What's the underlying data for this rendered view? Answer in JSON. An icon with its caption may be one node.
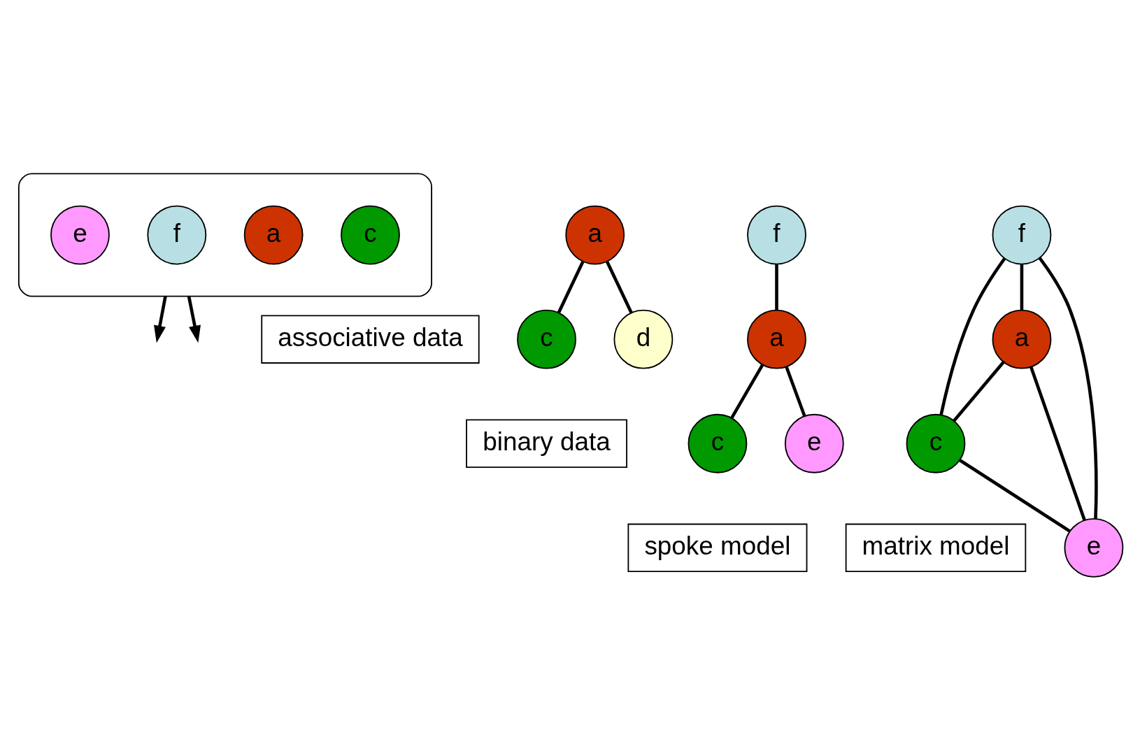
{
  "diagram": {
    "nodes": [
      {
        "text": [],
        "shape": "ellipse"
      },
      {
        "text": [
          "f"
        ],
        "in": 0
      },
      {
        "text": [
          "a"
        ],
        "in": 0
      },
      {
        "text": [
          "c"
        ],
        "in": 0
      },
      {
        "text": [
          "e"
        ],
        "in": 0
      },
      {
        "text": [
          "associative data"
        ]
      },
      {
        "text": [
          "a"
        ]
      },
      {
        "text": [
          "c"
        ]
      },
      {
        "text": [
          "d"
        ]
      },
      {
        "text": [
          "binary data"
        ]
      },
      {
        "text": [
          "f"
        ]
      },
      {
        "text": [
          "a"
        ]
      },
      {
        "text": [
          "c"
        ]
      },
      {
        "text": [
          "e"
        ]
      },
      {
        "text": [
          "spoke model"
        ]
      },
      {
        "text": [
          "f"
        ]
      },
      {
        "text": [
          "a"
        ]
      },
      {
        "text": [
          "c"
        ]
      },
      {
        "text": [
          "e"
        ]
      },
      {
        "text": [
          "matrix model"
        ]
      }
    ],
    "edges": [
      {
        "from": 6,
        "to": 7,
        "arrow": "none"
      },
      {
        "from": 6,
        "to": 8,
        "arrow": "none"
      },
      {
        "from": 0,
        "to": null,
        "arrow": "to"
      },
      {
        "from": 0,
        "to": null,
        "arrow": "to"
      },
      {
        "from": 10,
        "to": 11,
        "arrow": "none"
      },
      {
        "from": 11,
        "to": 12,
        "arrow": "none"
      },
      {
        "from": 11,
        "to": 13,
        "arrow": "none"
      },
      {
        "from": 15,
        "to": 16,
        "arrow": "none"
      },
      {
        "from": 15,
        "to": 17,
        "arrow": "none"
      },
      {
        "from": 15,
        "to": 18,
        "arrow": "none"
      },
      {
        "from": 16,
        "to": 17,
        "arrow": "none"
      },
      {
        "from": 16,
        "to": 18,
        "arrow": "none"
      },
      {
        "from": 17,
        "to": 18,
        "arrow": "none"
      }
    ]
  }
}
